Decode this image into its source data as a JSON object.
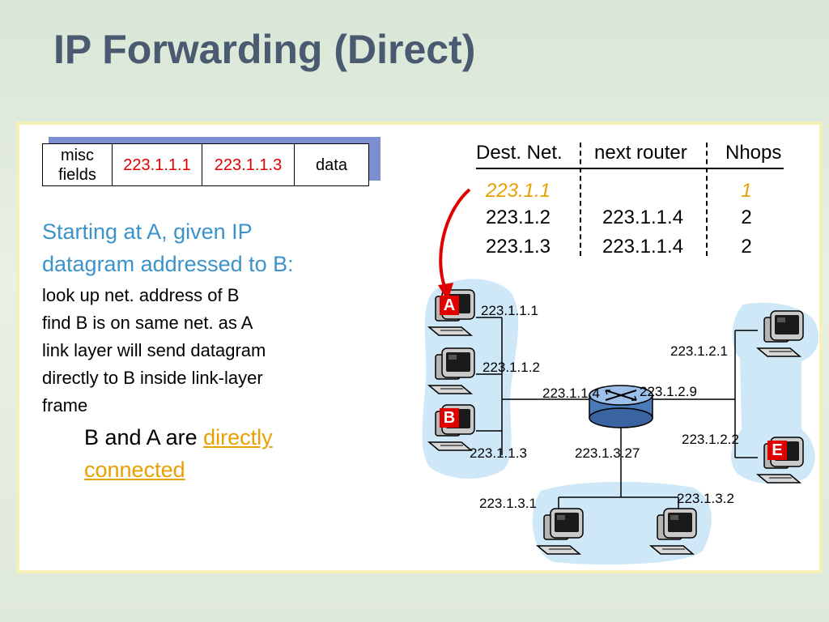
{
  "slide": {
    "title": "IP Forwarding (Direct)"
  },
  "datagram": {
    "fields_line1": "misc",
    "fields_line2": "fields",
    "src": "223.1.1.1",
    "dst": "223.1.1.3",
    "data": "data"
  },
  "explanation": {
    "lead_lines": [
      "Starting at A, given IP",
      "datagram addressed to B:"
    ],
    "steps": [
      "look up net. address of B",
      "find B is on same net. as A",
      "link layer will send datagram",
      "directly to B inside link-layer",
      "frame"
    ],
    "conclusion_prefix": "B and A are ",
    "conclusion_highlight_1": "directly",
    "conclusion_highlight_2": "connected"
  },
  "routing_table": {
    "headers": [
      "Dest. Net.",
      "next router",
      "Nhops"
    ],
    "rows": [
      {
        "dest": "223.1.1",
        "next": "",
        "hops": "1"
      },
      {
        "dest": "223.1.2",
        "next": "223.1.1.4",
        "hops": "2"
      },
      {
        "dest": "223.1.3",
        "next": "223.1.1.4",
        "hops": "2"
      }
    ]
  },
  "network": {
    "host_labels": {
      "a": "A",
      "b": "B",
      "e": "E"
    },
    "ips": {
      "a": "223.1.1.1",
      "h2": "223.1.1.2",
      "b": "223.1.1.3",
      "router_if1": "223.1.1.4",
      "router_if2": "223.1.2.9",
      "router_if3": "223.1.3.27",
      "h21": "223.1.2.1",
      "e": "223.1.2.2",
      "h31": "223.1.3.1",
      "h32": "223.1.3.2"
    }
  },
  "colors": {
    "title": "#4a5a70",
    "highlight": "#e8a000",
    "red": "#e00000",
    "blue_text": "#3b93c9",
    "net_cloud": "#cfe8f8"
  }
}
